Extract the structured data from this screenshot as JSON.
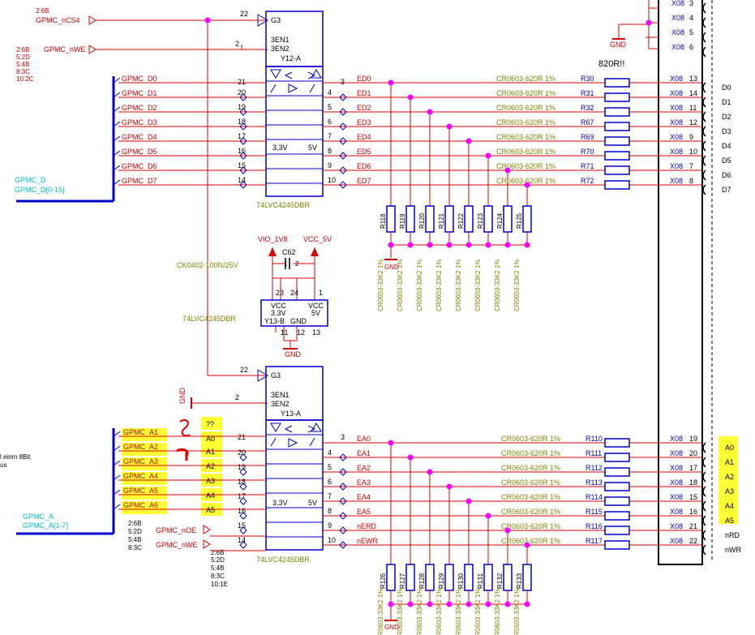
{
  "colors": {
    "wire": "#dd0000",
    "body": "#0000cc",
    "junction": "#ff00ff",
    "highlight": "#ffff33",
    "net": "#cc0000",
    "bus": "#00c0c0",
    "value": "#808000"
  },
  "top_gate": {
    "ref": "G3",
    "en1": "3EN1",
    "en2": "3EN2",
    "part": "Y12-A",
    "pin_g": "22",
    "pin_en": "2",
    "in_pin": "21",
    "out_pin": "3",
    "v33": "3,3V",
    "v5": "5V",
    "chip": "74LVC4245DBR"
  },
  "bot_gate": {
    "ref": "G3",
    "en1": "3EN1",
    "en2": "3EN2",
    "part": "Y13-A",
    "pin_g": "22",
    "pin_en": "2",
    "in_pin": "21",
    "out_pin": "3",
    "v33": "3,3V",
    "v5": "5V",
    "chip": "74LVC4245DBR"
  },
  "top_control": {
    "cs": "GPMC_nCS4",
    "cs_ref": "2:6B",
    "we": "GPMC_nWE",
    "we_refs": [
      "2:6B",
      "5:2D",
      "5:4B",
      "8:3C",
      "10:2C"
    ]
  },
  "top_pins_left": [
    "20",
    "19",
    "18",
    "17",
    "16",
    "15",
    "14"
  ],
  "top_pins_right": [
    "4",
    "5",
    "6",
    "7",
    "8",
    "9",
    "10"
  ],
  "bot_pins_left": [
    "20",
    "19",
    "18",
    "17",
    "16",
    "15",
    "14"
  ],
  "bot_pins_right": [
    "4",
    "5",
    "6",
    "7",
    "8",
    "9",
    "10"
  ],
  "top_nets": {
    "gpmc": [
      "GPMC_D0",
      "GPMC_D1",
      "GPMC_D2",
      "GPMC_D3",
      "GPMC_D4",
      "GPMC_D5",
      "GPMC_D6",
      "GPMC_D7"
    ],
    "ed": [
      "ED0",
      "ED1",
      "ED2",
      "ED3",
      "ED4",
      "ED5",
      "ED6",
      "ED7"
    ],
    "series_value": "CR0603-620R 1%",
    "series_refs": [
      "R30",
      "R31",
      "R32",
      "R67",
      "R69",
      "R70",
      "R71",
      "R72"
    ],
    "conn": "X08",
    "conn_pins": [
      "13",
      "14",
      "11",
      "12",
      "9",
      "10",
      "7",
      "8"
    ],
    "signals": [
      "D0",
      "D1",
      "D2",
      "D3",
      "D4",
      "D5",
      "D6",
      "D7"
    ],
    "bus": [
      "GPMC_D",
      "GPMC_D[0-15]"
    ]
  },
  "top_pulls": {
    "refs": [
      "R118",
      "R119",
      "R120",
      "R121",
      "R122",
      "R123",
      "R124",
      "R125"
    ],
    "value": "CR0603-33K2 1%"
  },
  "bot_nets": {
    "gpmc": [
      "GPMC_A1",
      "GPMC_A2",
      "GPMC_A3",
      "GPMC_A4",
      "GPMC_A5",
      "GPMC_A6"
    ],
    "ea": [
      "EA0",
      "EA1",
      "EA2",
      "EA3",
      "EA4",
      "EA5",
      "nERD",
      "nEWR"
    ],
    "series_value": "CR0603-620R 1%",
    "series_refs": [
      "R110",
      "R111",
      "R112",
      "R113",
      "R114",
      "R115",
      "R116",
      "R117"
    ],
    "conn_pins": [
      "19",
      "20",
      "17",
      "18",
      "15",
      "16",
      "21",
      "22"
    ],
    "signals": [
      "A0",
      "A1",
      "A2",
      "A3",
      "A4",
      "A5",
      "nRD",
      "nWR"
    ],
    "annot": [
      "??",
      "A0",
      "A1",
      "A2",
      "A3",
      "A4",
      "A5"
    ],
    "refs": [
      "2:6B",
      "5:2D",
      "5:4B",
      "8:3C"
    ],
    "oe": "GPMC_nOE",
    "we": "GPMC_nWE",
    "oe_refs": [
      "2:6B",
      "5:2D",
      "5:4B",
      "8:3C",
      "10:1E"
    ],
    "bus": [
      "GPMC_A",
      "GPMC_A[1-7]"
    ],
    "cut": [
      "l einm 8Bit",
      "us"
    ]
  },
  "bot_pulls": {
    "refs": [
      "R126",
      "R127",
      "R128",
      "R129",
      "R130",
      "R131",
      "R132",
      "R133"
    ],
    "value": "CR0603-33K2 1%"
  },
  "power": {
    "v18": "VIO_1V8",
    "v5": "VCC_5V",
    "cap": "C62",
    "cap_value": "CK0402-100N/25V",
    "cap_pins": [
      "1",
      "2"
    ],
    "pins_top": [
      "23",
      "24",
      "1"
    ],
    "vcc1": "VCC",
    "vcc1v": "3.3V",
    "vcc2": "VCC",
    "vcc2v": "5V",
    "part": "Y13-B",
    "gnd_lbl": "GND",
    "pins_bot": [
      "11",
      "12",
      "13"
    ],
    "gnd": "GND",
    "chip_label": "74LVC4245DBR"
  },
  "misc": {
    "note": "820R!!",
    "gnd": "GND",
    "conn_top_pins": [
      "3",
      "4",
      "5",
      "6"
    ]
  }
}
